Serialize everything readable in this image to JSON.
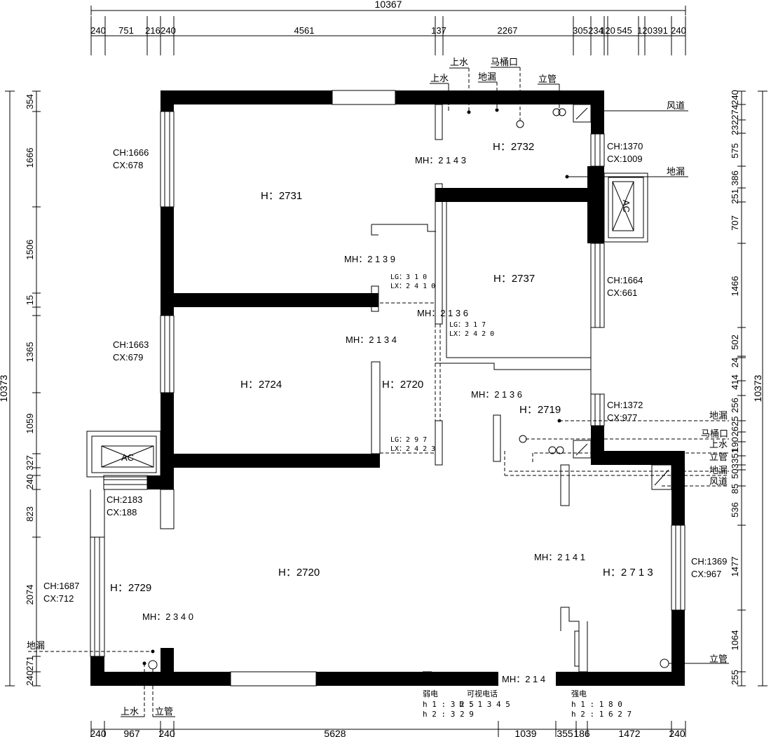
{
  "dimensions": {
    "top_total": "10367",
    "top_segments": [
      "240",
      "751",
      "216",
      "240",
      "4561",
      "137",
      "2267",
      "305",
      "234",
      "120",
      "545",
      "120",
      "391",
      "240"
    ],
    "left_total": "10373",
    "left_segments": [
      "354",
      "1666",
      "1506",
      "15",
      "1365",
      "1059",
      "327",
      "240",
      "823",
      "2074",
      "271",
      "240"
    ],
    "right_total": "10373",
    "right_segments": [
      "240",
      "274",
      "232",
      "575",
      "386",
      "251",
      "707",
      "1466",
      "502",
      "24",
      "414",
      "256",
      "2625",
      "190",
      "351",
      "503",
      "85",
      "536",
      "1477",
      "1064",
      "255"
    ],
    "bottom_segments": [
      "240",
      "967",
      "240",
      "5628",
      "1039",
      "355",
      "186",
      "1472",
      "240"
    ]
  },
  "rooms": {
    "heights": [
      "H：2731",
      "H：2732",
      "H：2737",
      "H：2724",
      "H：2720",
      "H：2719",
      "H：2720",
      "H：2729",
      "H：2 7 1 3"
    ],
    "mh": [
      "MH：2 1 4 3",
      "MH：2 1 3 9",
      "MH：2 1 3 6",
      "MH：2 1 3 4",
      "MH：2 1 3 6",
      "MH：2 1 4 1",
      "MH：2 3 4 0",
      "MH：2 1 4"
    ],
    "lg": [
      "LG：3 1 0",
      "LG：3 1 7",
      "LG：2 9 7"
    ],
    "lx": [
      "LX：2 4 1 0",
      "LX：2 4 2 0",
      "LX：2 4 2 3"
    ]
  },
  "windows": [
    {
      "ch": "CH:1666",
      "cx": "CX:678"
    },
    {
      "ch": "CH:1663",
      "cx": "CX:679"
    },
    {
      "ch": "CH:1370",
      "cx": "CX:1009"
    },
    {
      "ch": "CH:1664",
      "cx": "CX:661"
    },
    {
      "ch": "CH:1372",
      "cx": "CX:977"
    },
    {
      "ch": "CH:2183",
      "cx": "CX:188"
    },
    {
      "ch": "CH:1687",
      "cx": "CX:712"
    },
    {
      "ch": "CH:1369",
      "cx": "CX:967"
    }
  ],
  "fixtures": {
    "water_inlet": "上水",
    "floor_drain": "地漏",
    "toilet_outlet": "马桶口",
    "stand_pipe": "立管",
    "air_duct": "风道",
    "ac": "AC"
  },
  "electrical": {
    "weak": {
      "title": "弱电",
      "h1": "h 1 : 3 2 5",
      "h2": "h 2 : 3 2 9"
    },
    "video_phone": {
      "title": "可视电话",
      "h1": "h : 1 3 4 5"
    },
    "strong": {
      "title": "强电",
      "h1": "h 1 : 1 8 0",
      "h2": "h 2 : 1 6 2 7"
    }
  }
}
